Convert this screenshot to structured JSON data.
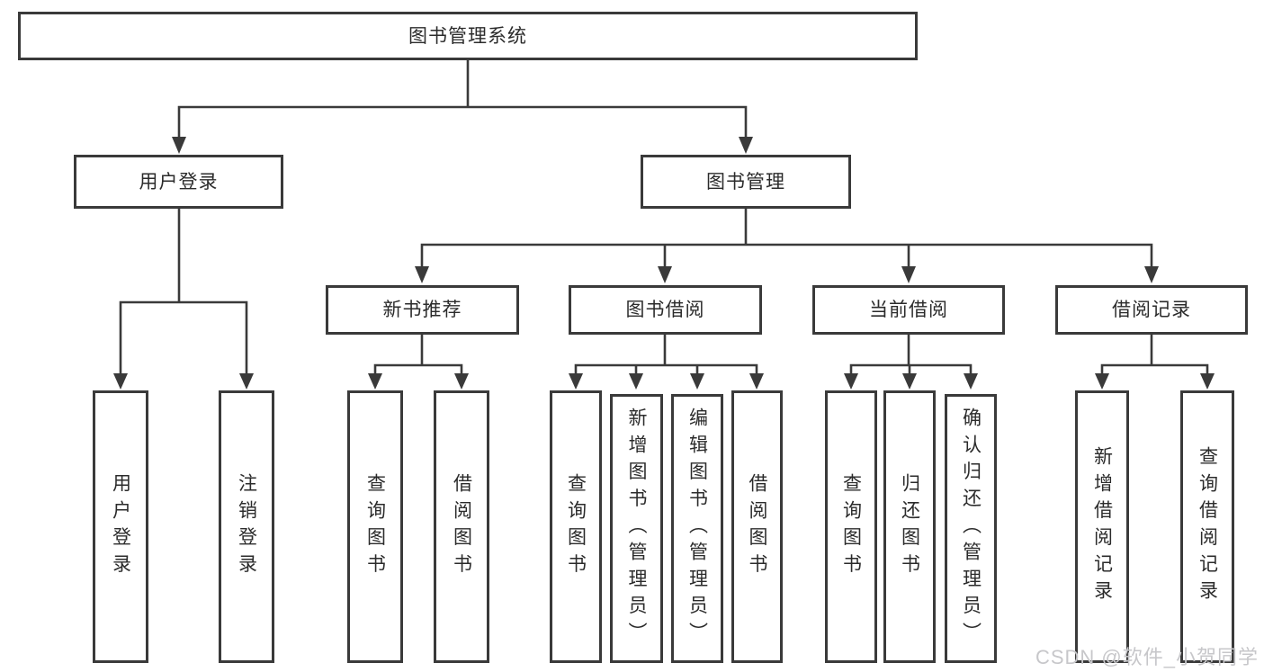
{
  "colors": {
    "background": "#ffffff",
    "line": "#3a3a3a",
    "box_border": "#3a3a3a",
    "text": "#2b2b2b",
    "watermark": "#c7c7ca"
  },
  "nodes": {
    "root": {
      "label": "图书管理系统"
    },
    "user_login": {
      "label": "用户登录"
    },
    "book_mgmt": {
      "label": "图书管理"
    },
    "new_book_rec": {
      "label": "新书推荐"
    },
    "book_borrow": {
      "label": "图书借阅"
    },
    "current_borrow": {
      "label": "当前借阅"
    },
    "borrow_records": {
      "label": "借阅记录"
    },
    "leaf_user_login": {
      "label": "用户登录"
    },
    "leaf_logout": {
      "label": "注销登录"
    },
    "leaf_query_book_1": {
      "label": "查询图书"
    },
    "leaf_borrow_book_1": {
      "label": "借阅图书"
    },
    "leaf_query_book_2": {
      "label": "查询图书"
    },
    "leaf_add_book": {
      "label": "新增图书（管理员）"
    },
    "leaf_edit_book": {
      "label": "编辑图书（管理员）"
    },
    "leaf_borrow_book_2": {
      "label": "借阅图书"
    },
    "leaf_query_book_3": {
      "label": "查询图书"
    },
    "leaf_return_book": {
      "label": "归还图书"
    },
    "leaf_confirm_return": {
      "label": "确认归还（管理员）"
    },
    "leaf_add_record": {
      "label": "新增借阅记录"
    },
    "leaf_query_record": {
      "label": "查询借阅记录"
    }
  },
  "watermark": {
    "text": "CSDN @软件_小贺同学"
  }
}
